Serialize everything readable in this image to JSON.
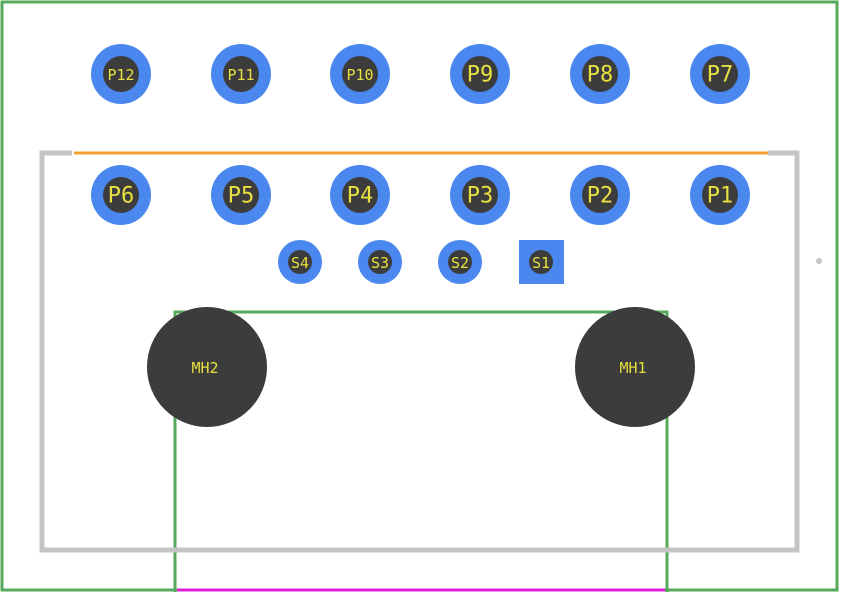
{
  "colors": {
    "courtyard": "#56a85a",
    "body_outline": "#c4c4c4",
    "pin_edge_line": "#f0a030",
    "board_edge_line": "#e020d8",
    "pad": "#4a88f0",
    "drill": "#3c3c3c",
    "label": "#e8e040",
    "origin_dot": "#c4c4c4"
  },
  "pads": {
    "p12": "P12",
    "p11": "P11",
    "p10": "P10",
    "p9": "P9",
    "p8": "P8",
    "p7": "P7",
    "p6": "P6",
    "p5": "P5",
    "p4": "P4",
    "p3": "P3",
    "p2": "P2",
    "p1": "P1",
    "s4": "S4",
    "s3": "S3",
    "s2": "S2",
    "s1": "S1"
  },
  "mounting_holes": {
    "mh2": "MH2",
    "mh1": "MH1"
  }
}
